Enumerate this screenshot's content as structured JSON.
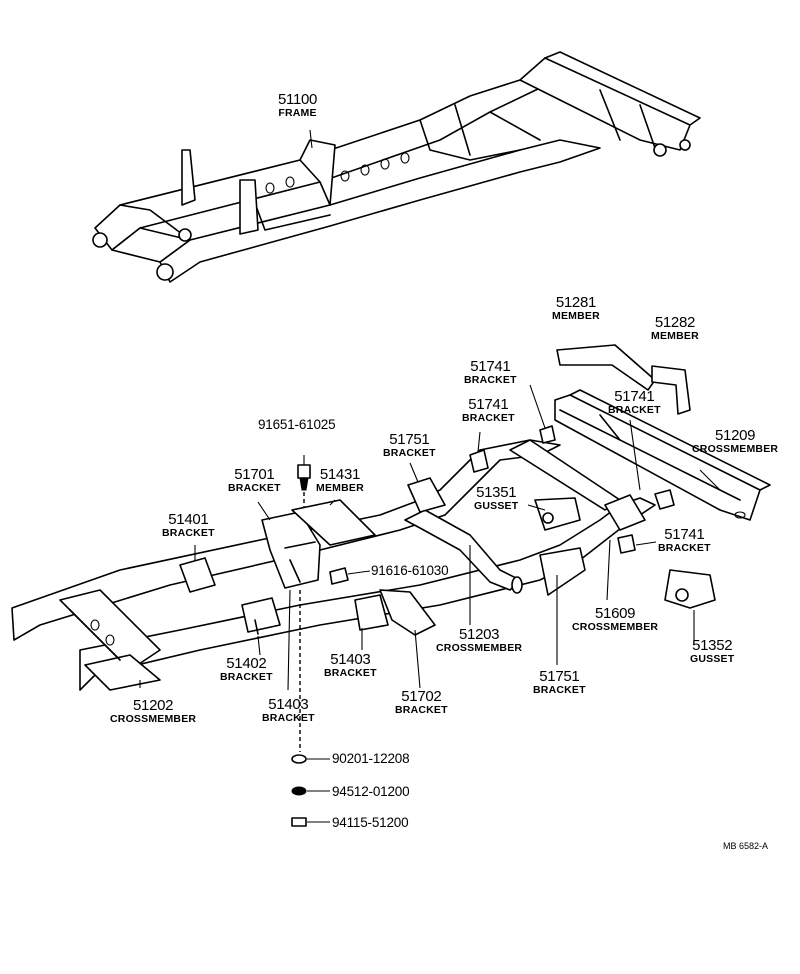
{
  "labels": {
    "frame": {
      "number": "51100",
      "name": "FRAME"
    },
    "member_51281": {
      "number": "51281",
      "name": "MEMBER"
    },
    "member_51282": {
      "number": "51282",
      "name": "MEMBER"
    },
    "bracket_51741_a": {
      "number": "51741",
      "name": "BRACKET"
    },
    "bracket_51741_b": {
      "number": "51741",
      "name": "BRACKET"
    },
    "bracket_51741_c": {
      "number": "51741",
      "name": "BRACKET"
    },
    "bracket_51741_d": {
      "number": "51741",
      "name": "BRACKET"
    },
    "crossmember_51209": {
      "number": "51209",
      "name": "CROSSMEMBER"
    },
    "bracket_51751_a": {
      "number": "51751",
      "name": "BRACKET"
    },
    "bracket_51751_b": {
      "number": "51751",
      "name": "BRACKET"
    },
    "gusset_51351": {
      "number": "51351",
      "name": "GUSSET"
    },
    "bracket_51701": {
      "number": "51701",
      "name": "BRACKET"
    },
    "member_51431": {
      "number": "51431",
      "name": "MEMBER"
    },
    "bracket_51401": {
      "number": "51401",
      "name": "BRACKET"
    },
    "crossmember_51609": {
      "number": "51609",
      "name": "CROSSMEMBER"
    },
    "gusset_51352": {
      "number": "51352",
      "name": "GUSSET"
    },
    "crossmember_51203": {
      "number": "51203",
      "name": "CROSSMEMBER"
    },
    "bracket_51402": {
      "number": "51402",
      "name": "BRACKET"
    },
    "bracket_51403_a": {
      "number": "51403",
      "name": "BRACKET"
    },
    "bracket_51403_b": {
      "number": "51403",
      "name": "BRACKET"
    },
    "bracket_51702": {
      "number": "51702",
      "name": "BRACKET"
    },
    "crossmember_51202": {
      "number": "51202",
      "name": "CROSSMEMBER"
    }
  },
  "hardware": {
    "bolt_top": "91651-61025",
    "bolt_side": "91616-61030",
    "washer_1": "90201-12208",
    "washer_2": "94512-01200",
    "nut": "94115-51200"
  },
  "diagram_code": "MB 6582-A"
}
